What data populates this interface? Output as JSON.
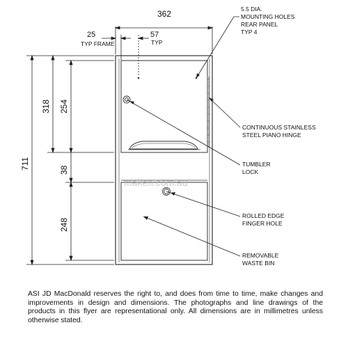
{
  "dimensions": {
    "width": "362",
    "frame": "25",
    "frame_note": "TYP FRAME",
    "inset": "57",
    "inset_note": "TYP",
    "height": "711",
    "upper_height": "318",
    "door_height": "254",
    "gap": "38",
    "bin_height": "248"
  },
  "callouts": {
    "mounting_holes": [
      "5.5 DIA.",
      "MOUNTING HOLES",
      "REAR PANEL",
      "TYP 4"
    ],
    "hinge": [
      "CONTINUOUS STAINLESS",
      "STEEL PIANO HINGE"
    ],
    "lock": [
      "TUMBLER",
      "LOCK"
    ],
    "finger_hole": [
      "ROLLED EDGE",
      "FINGER HOLE"
    ],
    "waste_bin": [
      "REMOVABLE",
      "WASTE BIN"
    ]
  },
  "watermark": "maken.com.au",
  "disclaimer": "ASI JD MacDonald reserves the right to, and does from time to time, make changes and improvements in design and dimensions. The photographs and line drawings of the products in this flyer are representational only. All dimensions are in millimetres unless otherwise stated."
}
